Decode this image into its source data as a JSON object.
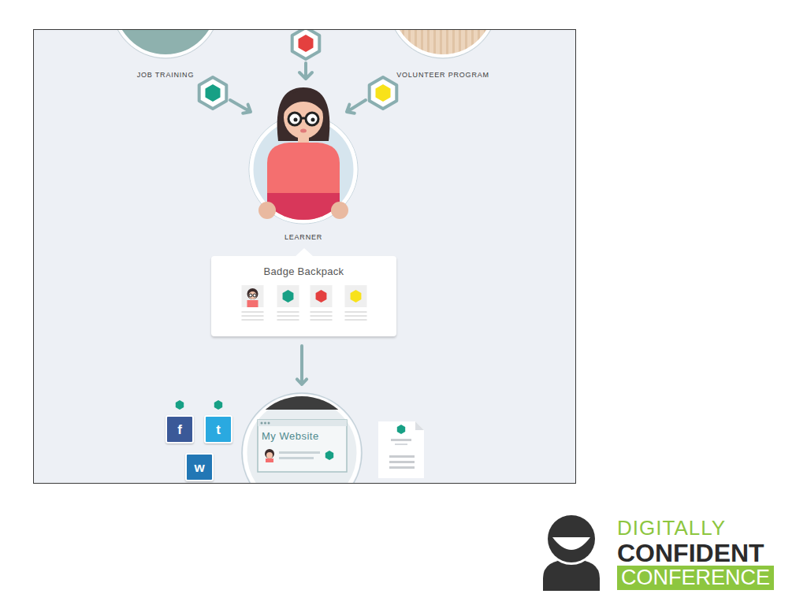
{
  "diagram": {
    "nodes": [
      {
        "text": [
          "JOB TRAINING"
        ]
      },
      {
        "text": [
          "VOLUNTEER PROGRAM"
        ]
      },
      {
        "text": [
          "LEARNER"
        ]
      },
      {
        "text": [
          "Badge Backpack"
        ]
      },
      {
        "text": [
          "f"
        ]
      },
      {
        "text": [
          "t"
        ]
      },
      {
        "text": [
          "My Website"
        ]
      },
      {
        "text": [
          "w"
        ]
      },
      {
        "text": [
          "CONFERENCE"
        ]
      }
    ],
    "edges": [
      {
        "from": 3,
        "to": 6,
        "arrow": "to"
      }
    ],
    "labels": [
      "DIGITALLY",
      "CONFIDENT"
    ]
  }
}
